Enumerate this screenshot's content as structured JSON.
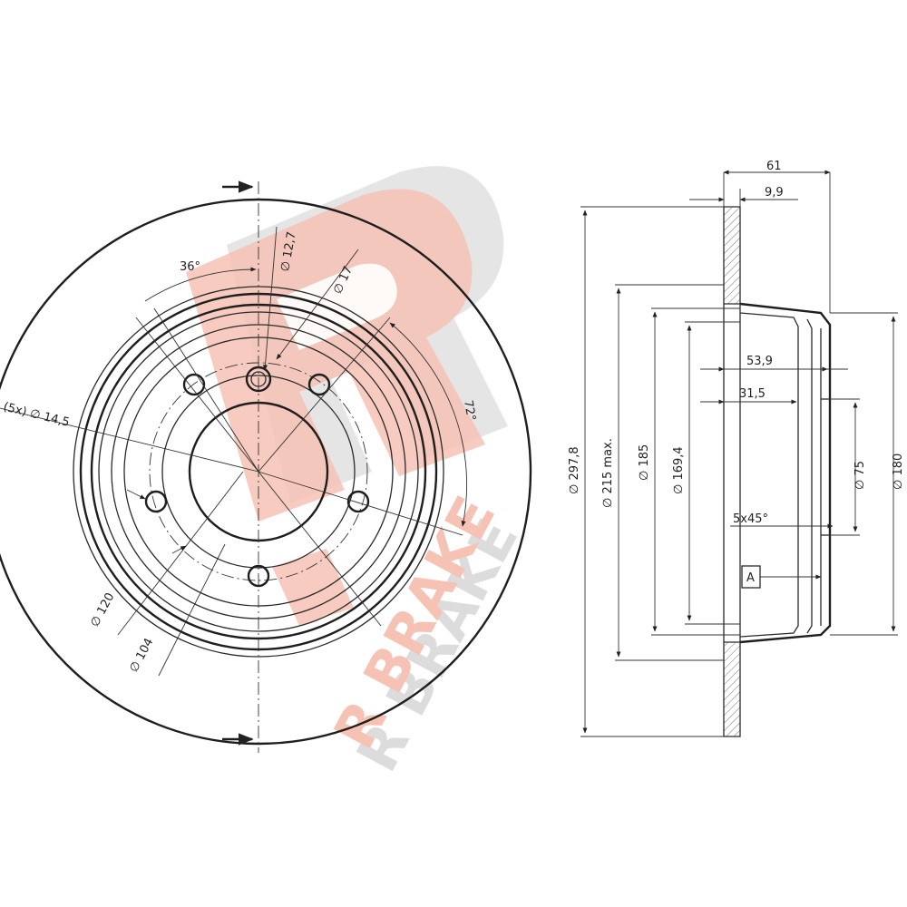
{
  "watermark": {
    "logo_text": "R BRAKE",
    "color": "#f6c2b4",
    "shadow_color": "#d9d9d9"
  },
  "front_view": {
    "angle_bolt": "36°",
    "angle_pattern": "72°",
    "hole_thread": "∅ 12,7",
    "hole_mid": "∅ 17",
    "bolt_holes": "(5x) ∅ 14,5",
    "pcd_outer": "∅ 120",
    "pcd_inner": "∅ 104"
  },
  "side_view": {
    "total_thickness": "61",
    "disc_thickness": "9,9",
    "hat_depth_1": "53,9",
    "hat_depth_2": "31,5",
    "dia_outer": "∅ 297,8",
    "dia_max": "∅ 215 max.",
    "dia_185": "∅ 185",
    "dia_169": "∅ 169,4",
    "dia_75": "∅ 75",
    "dia_180": "∅ 180",
    "chamfer": "5x45°",
    "datum": "A"
  }
}
